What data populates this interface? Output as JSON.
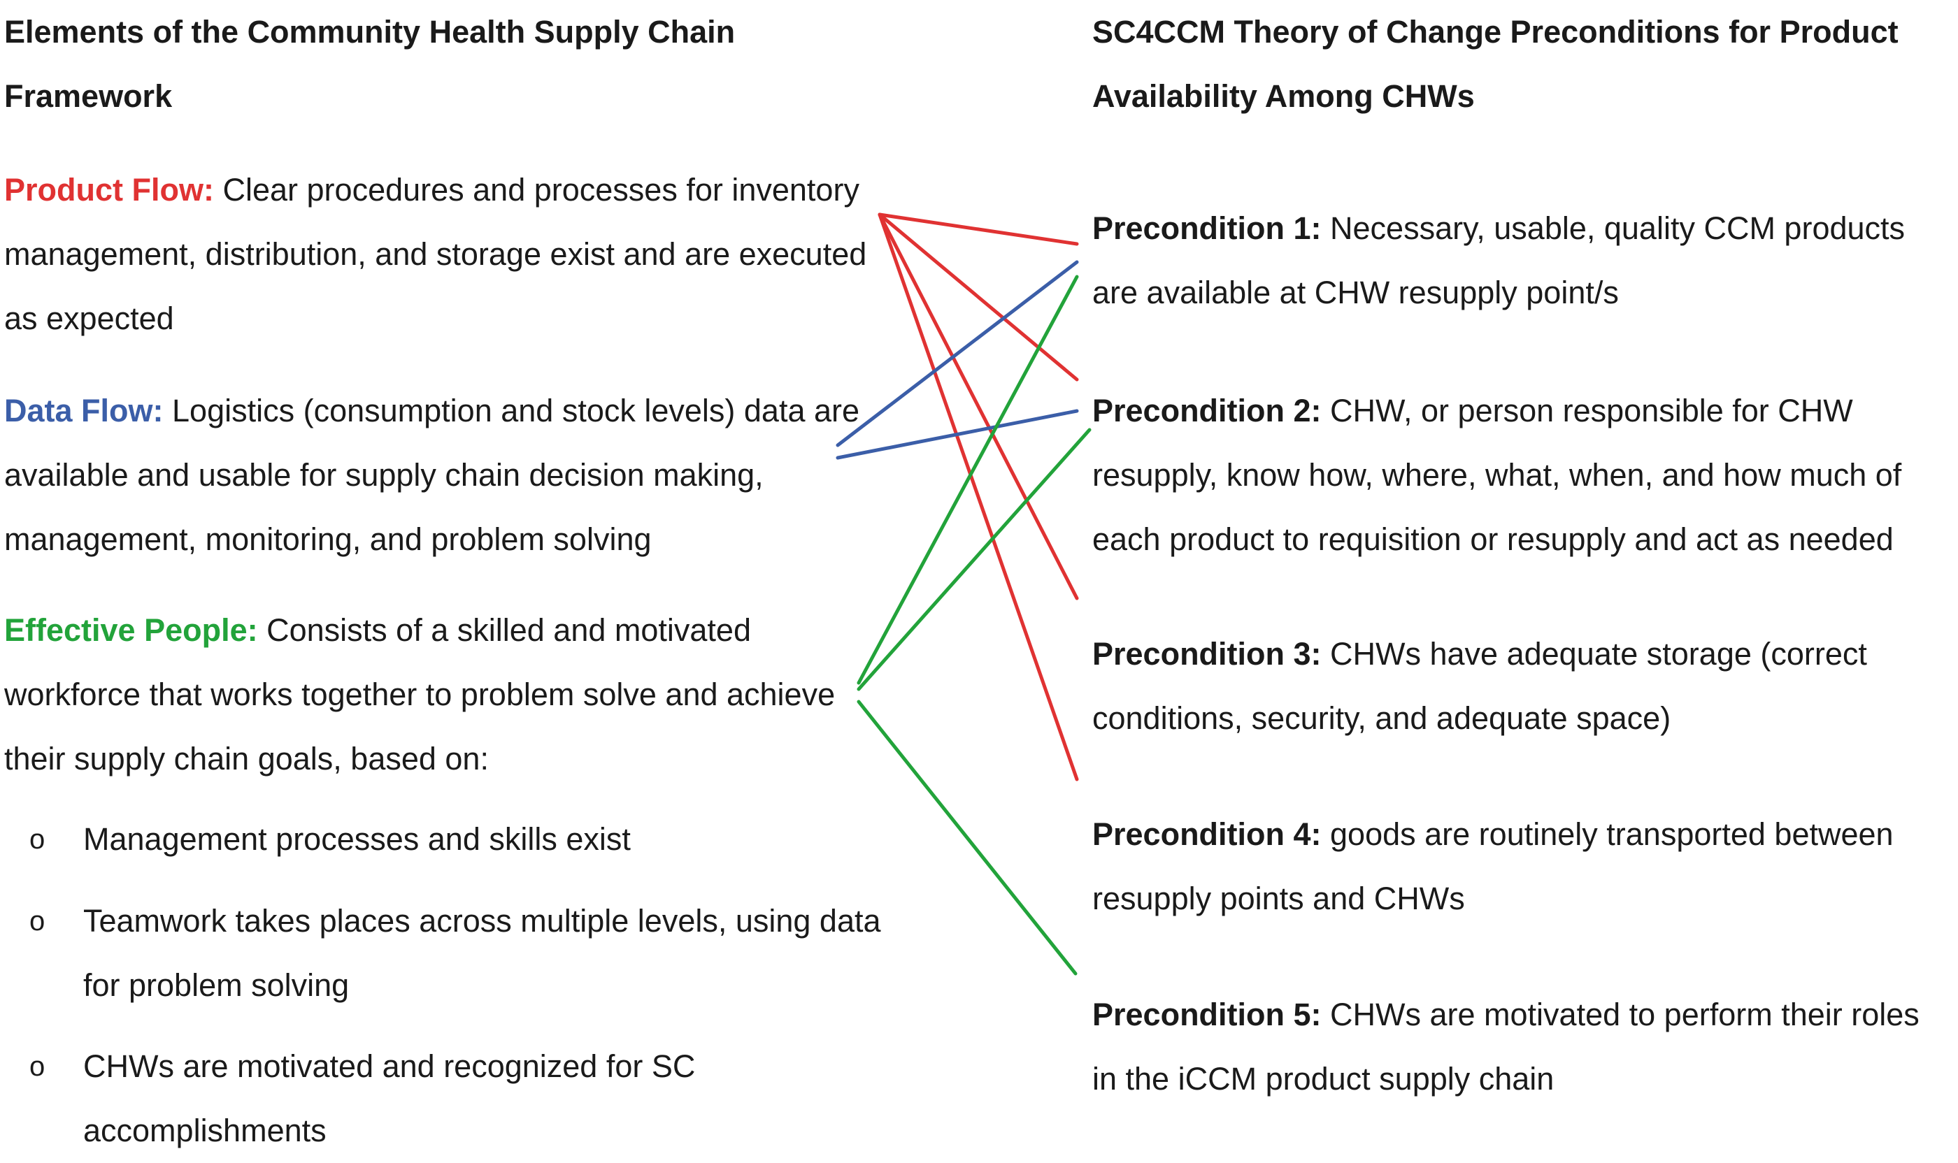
{
  "left": {
    "heading": "Elements of the Community Health Supply Chain Framework",
    "product_flow": {
      "label": "Product Flow:",
      "text": " Clear procedures and processes for inventory management, distribution, and storage exist and are executed as expected"
    },
    "data_flow": {
      "label": "Data Flow:",
      "text": " Logistics (consumption and stock levels) data are available and usable for supply chain decision making, management, monitoring, and problem solving"
    },
    "effective_people": {
      "label": "Effective People:",
      "text": " Consists of a skilled and motivated workforce that works together to problem solve and achieve their supply chain goals, based on:",
      "bullets": [
        "Management processes and skills exist",
        "Teamwork takes places across multiple levels, using data for problem solving",
        "CHWs are motivated and recognized for SC accomplishments"
      ],
      "bullet_symbol": "o"
    }
  },
  "right": {
    "heading": "SC4CCM Theory of Change Preconditions for Product Availability Among CHWs",
    "preconditions": [
      {
        "label": "Precondition 1:",
        "text": " Necessary, usable, quality CCM products are available at CHW resupply point/s"
      },
      {
        "label": "Precondition 2:",
        "text": " CHW, or person responsible for CHW resupply, know how, where, what, when, and how much of each product to requisition or resupply and act as needed"
      },
      {
        "label": "Precondition 3:",
        "text": " CHWs have adequate storage (correct conditions, security, and adequate space)"
      },
      {
        "label": "Precondition 4:",
        "text": " goods are routinely transported between resupply points and CHWs"
      },
      {
        "label": "Precondition 5:",
        "text": " CHWs are motivated to perform their roles in the iCCM product supply chain"
      }
    ]
  },
  "colors": {
    "product_flow": "#e03232",
    "data_flow": "#3b5ea8",
    "effective_people": "#22a33a"
  },
  "links": [
    {
      "from": "Product Flow",
      "to": "Precondition 1",
      "color": "product_flow"
    },
    {
      "from": "Product Flow",
      "to": "Precondition 2",
      "color": "product_flow"
    },
    {
      "from": "Product Flow",
      "to": "Precondition 3",
      "color": "product_flow"
    },
    {
      "from": "Product Flow",
      "to": "Precondition 4",
      "color": "product_flow"
    },
    {
      "from": "Data Flow",
      "to": "Precondition 1",
      "color": "data_flow"
    },
    {
      "from": "Data Flow",
      "to": "Precondition 2",
      "color": "data_flow"
    },
    {
      "from": "Effective People",
      "to": "Precondition 1",
      "color": "effective_people"
    },
    {
      "from": "Effective People",
      "to": "Precondition 2",
      "color": "effective_people"
    },
    {
      "from": "Effective People",
      "to": "Precondition 5",
      "color": "effective_people"
    }
  ]
}
